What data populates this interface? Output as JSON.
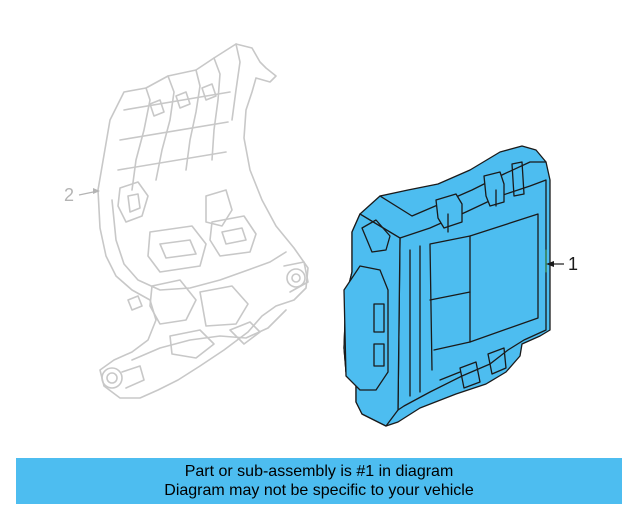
{
  "diagram": {
    "callouts": [
      {
        "id": "1",
        "label": "1",
        "highlighted": true
      },
      {
        "id": "2",
        "label": "2",
        "highlighted": false
      }
    ],
    "colors": {
      "highlight_fill": "#4dbdf0",
      "highlight_stroke": "#1a1a1a",
      "ghost_stroke": "#c8c8c8",
      "callout_1_text": "#1a1a1a",
      "callout_2_text": "#b4b4b4"
    }
  },
  "banner": {
    "line1": "Part or sub-assembly is #1 in diagram",
    "line2": "Diagram may not be specific to your vehicle",
    "background": "#4dbdf0"
  }
}
